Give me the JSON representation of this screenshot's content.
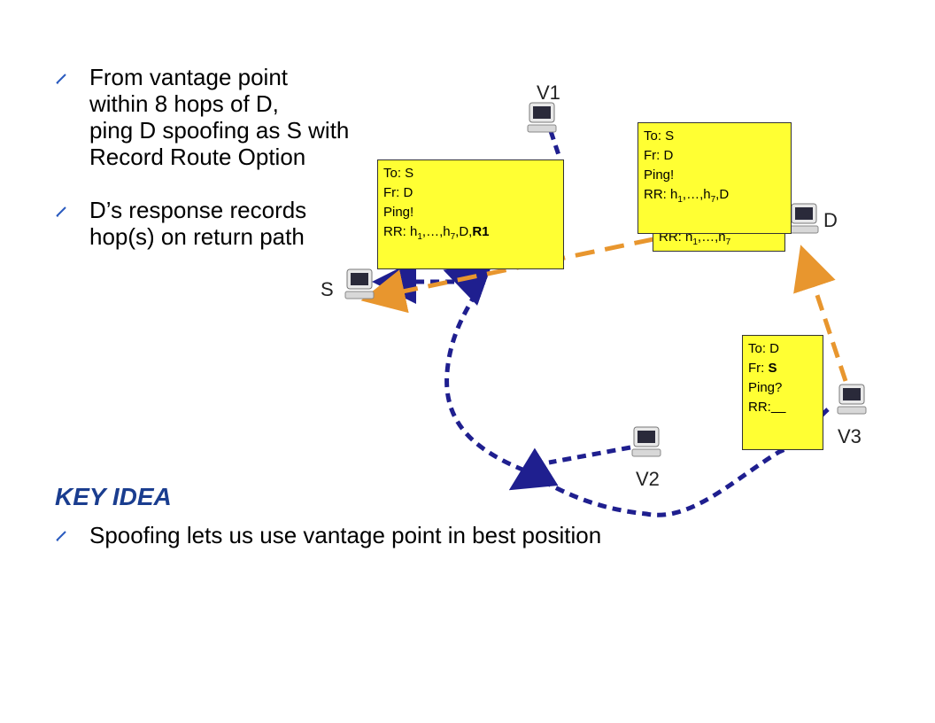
{
  "bullets": [
    {
      "lines": [
        "From vantage point",
        "within 8 hops of D,",
        "ping D spoofing as S with",
        "Record Route Option"
      ]
    },
    {
      "lines": [
        "D’s response records",
        "hop(s) on return path"
      ]
    }
  ],
  "key_idea": {
    "heading": "KEY IDEA",
    "text": "Spoofing lets us use vantage point in best position"
  },
  "nodes": {
    "S": "S",
    "D": "D",
    "V1": "V1",
    "V2": "V2",
    "V3": "V3"
  },
  "notes": {
    "left": {
      "to": "To: S",
      "fr": "Fr: D",
      "ping": "Ping!",
      "rr_prefix": "RR: h",
      "rr_tail": ",D,",
      "rr_bold": "R1"
    },
    "right": {
      "to": "To: S",
      "fr": "Fr: D",
      "ping": "Ping!",
      "rr_prefix": "RR: h",
      "rr_tail": ",D"
    },
    "behind": {
      "rr_prefix": "RR: h"
    },
    "v3": {
      "to": "To: D",
      "fr_prefix": "Fr: ",
      "fr_bold": "S",
      "ping": "Ping?",
      "rr_prefix": "RR:",
      "rr_blank": "__"
    }
  },
  "subscripts": {
    "first": "1",
    "last": "7",
    "ellipsis": ",…,"
  },
  "colors": {
    "blue_path": "#1f1f8f",
    "orange_path": "#e8962e",
    "note_bg": "#ffff33",
    "key_idea": "#1a3d8f"
  }
}
